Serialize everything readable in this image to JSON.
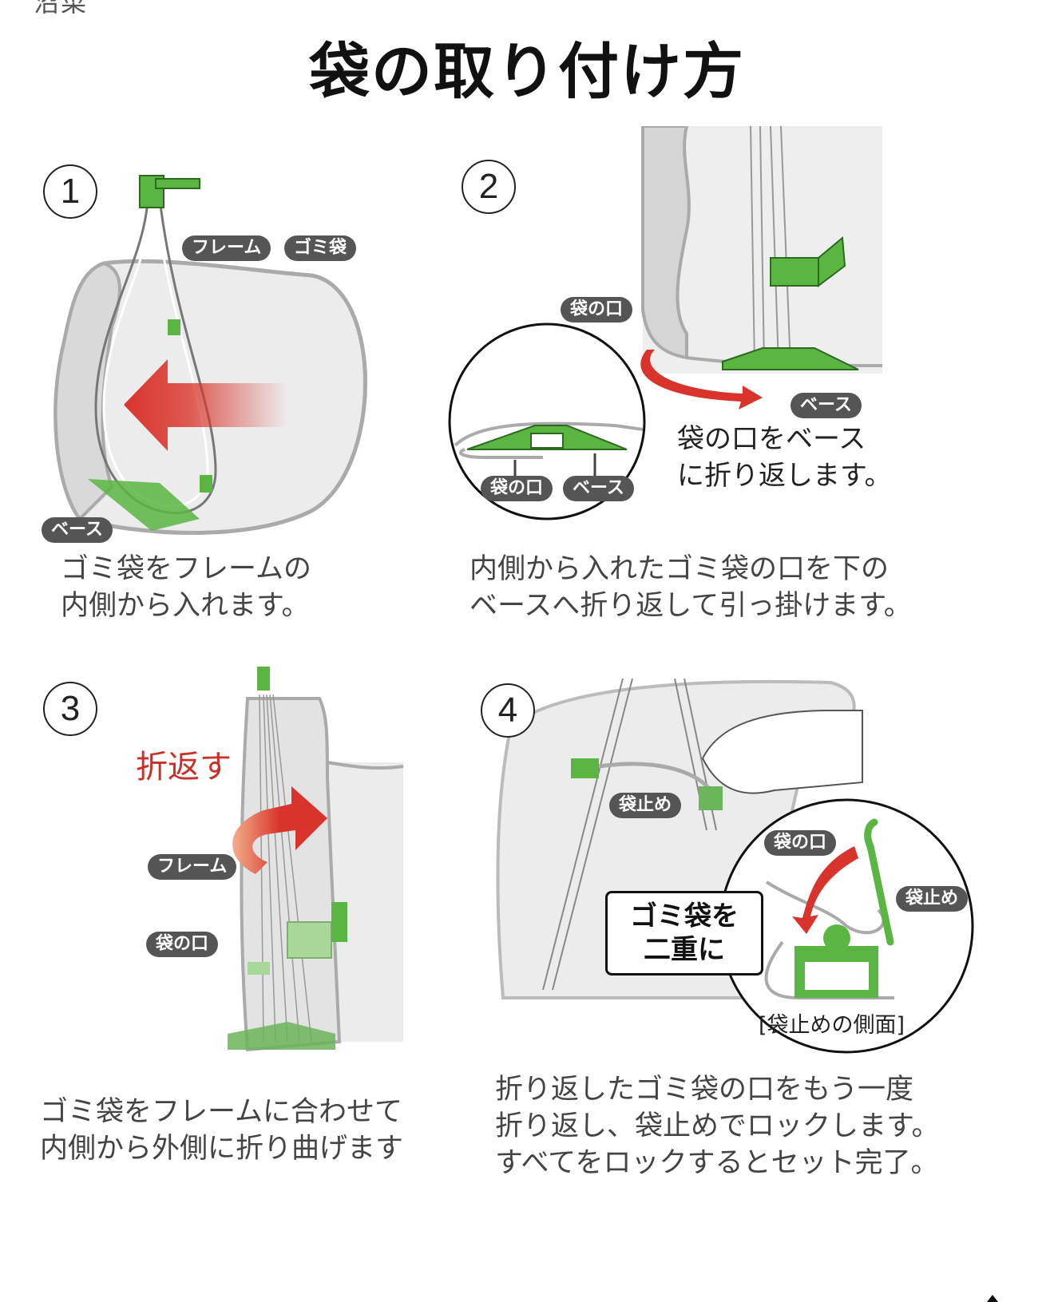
{
  "page": {
    "top_cut_text": "沼菜",
    "title": "袋の取り付け方"
  },
  "colors": {
    "green": "#5bb543",
    "red": "#d9342b",
    "label_bg": "#555555",
    "bag_gray": "#e9e9e9"
  },
  "steps": [
    {
      "number": "1",
      "labels": [
        "フレーム",
        "ゴミ袋",
        "ベース"
      ],
      "caption_lines": [
        "ゴミ袋をフレームの",
        "内側から入れます。"
      ]
    },
    {
      "number": "2",
      "labels": [
        "袋の口",
        "ベース",
        "袋の口",
        "ベース"
      ],
      "side_note_lines": [
        "袋の口をベース",
        "に折り返します。"
      ],
      "caption_lines": [
        "内側から入れたゴミ袋の口を下の",
        "ベースへ折り返して引っ掛けます。"
      ]
    },
    {
      "number": "3",
      "action_label": "折返す",
      "labels": [
        "フレーム",
        "袋の口"
      ],
      "caption_lines": [
        "ゴミ袋をフレームに合わせて",
        "内側から外側に折り曲げます"
      ]
    },
    {
      "number": "4",
      "labels": [
        "袋止め",
        "袋の口",
        "袋止め"
      ],
      "callout_lines": [
        "ゴミ袋を",
        "二重に"
      ],
      "detail_caption": "[袋止めの側面]",
      "caption_lines": [
        "折り返したゴミ袋の口をもう一度",
        "折り返し、袋止めでロックします。",
        "すべてをロックするとセット完了。"
      ]
    }
  ]
}
